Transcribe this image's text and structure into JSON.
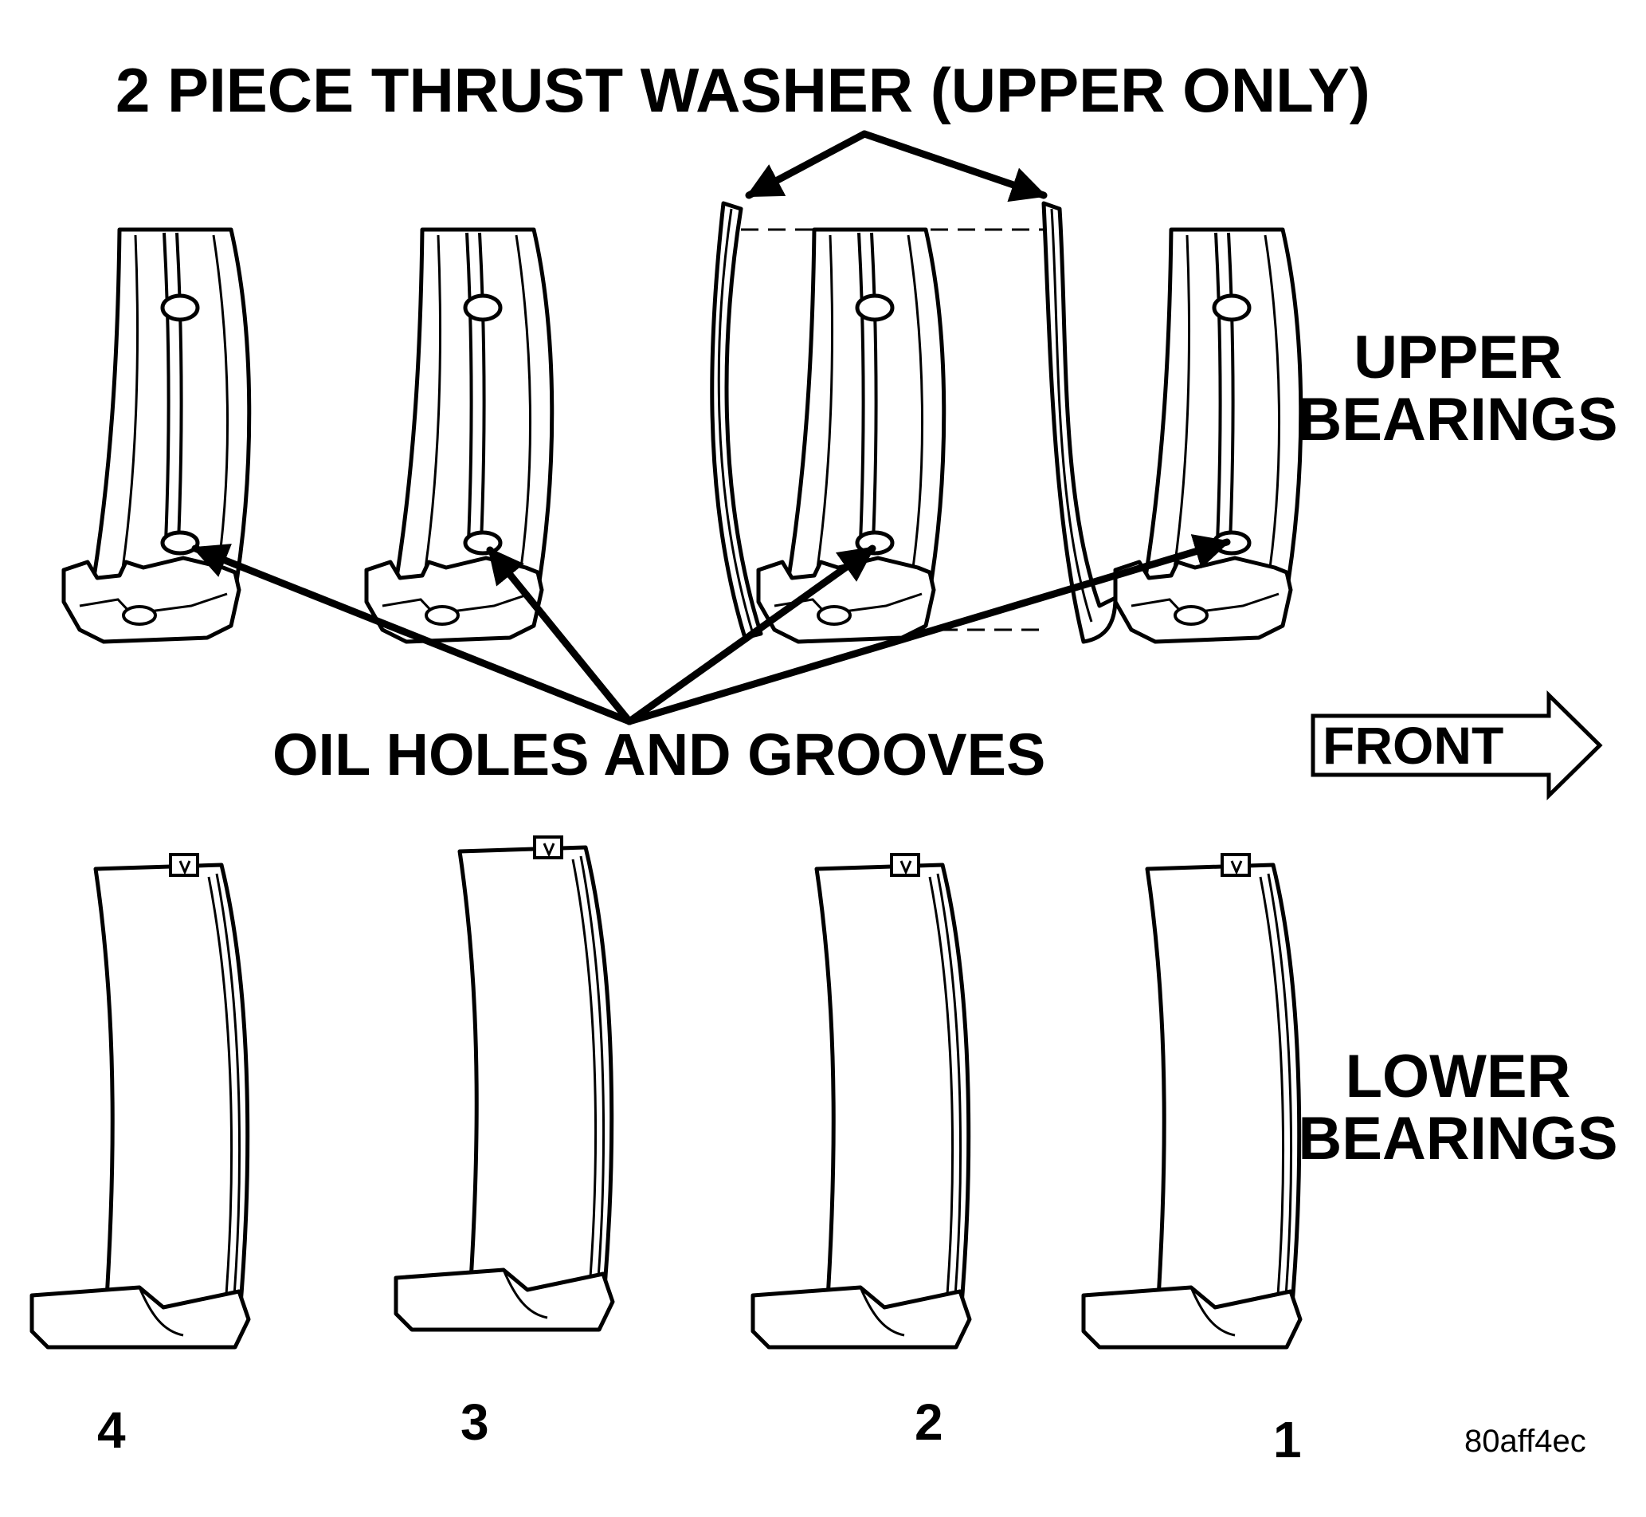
{
  "diagram": {
    "callouts": {
      "thrust_washer": "2 PIECE THRUST WASHER (UPPER ONLY)",
      "oil_holes": "OIL HOLES AND GROOVES"
    },
    "rows": {
      "upper": [
        "UPPER",
        "BEARINGS"
      ],
      "lower": [
        "LOWER",
        "BEARINGS"
      ]
    },
    "front_arrow": "FRONT",
    "bearing_numbers": [
      "4",
      "3",
      "2",
      "1"
    ],
    "figure_code": "80aff4ec"
  }
}
